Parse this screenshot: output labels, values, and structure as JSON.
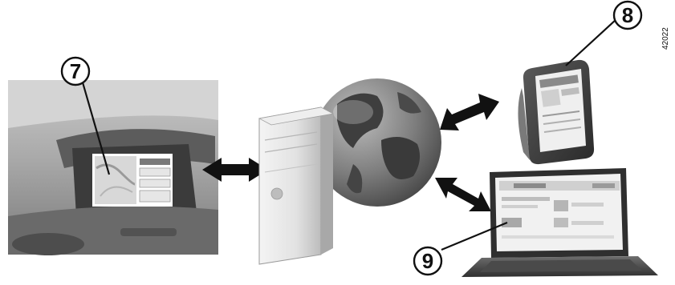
{
  "callouts": {
    "dashboard_screen": "7",
    "smartphone": "8",
    "laptop": "9"
  },
  "reference_code": "42022",
  "colors": {
    "ink": "#111111",
    "shadow_gray": "#8c8c8c",
    "light_gray": "#d9d9d9",
    "mid_gray": "#b0b0b0",
    "dark_gray": "#3a3a3a"
  },
  "icons": {
    "server": "server-tower-icon",
    "globe": "globe-icon",
    "arrows": "double-arrow-icon"
  }
}
